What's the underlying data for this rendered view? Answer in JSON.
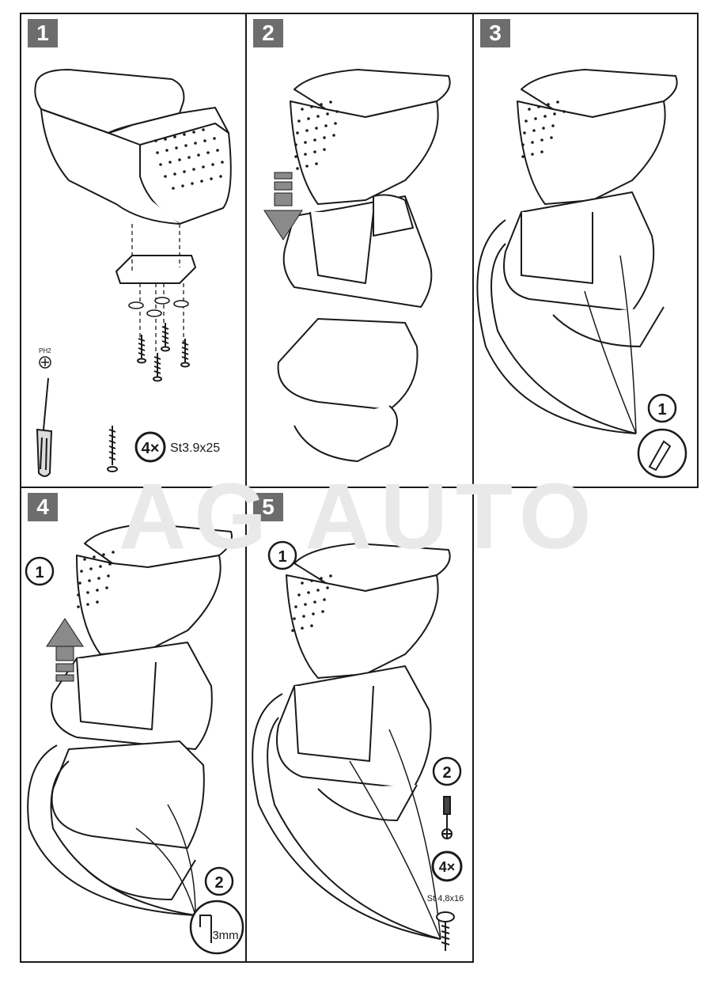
{
  "watermark": "AG AUTO",
  "steps": [
    {
      "number": "1"
    },
    {
      "number": "2"
    },
    {
      "number": "3"
    },
    {
      "number": "4"
    },
    {
      "number": "5"
    }
  ],
  "step1": {
    "tool_label": "PH2",
    "screw_count": "4×",
    "screw_spec": "St3.9x25"
  },
  "step3": {
    "callout": "1"
  },
  "step4": {
    "callout_top": "1",
    "callout_bottom": "2",
    "drill_size": "3mm"
  },
  "step5": {
    "callout_top": "1",
    "callout_bottom": "2",
    "screw_count": "4×",
    "screw_spec": "St 4,8x16"
  },
  "colors": {
    "badge": "#6d6d6d",
    "line": "#1a1a1a",
    "arrow": "#8a8a8a",
    "watermark": "#e9e9e9"
  }
}
